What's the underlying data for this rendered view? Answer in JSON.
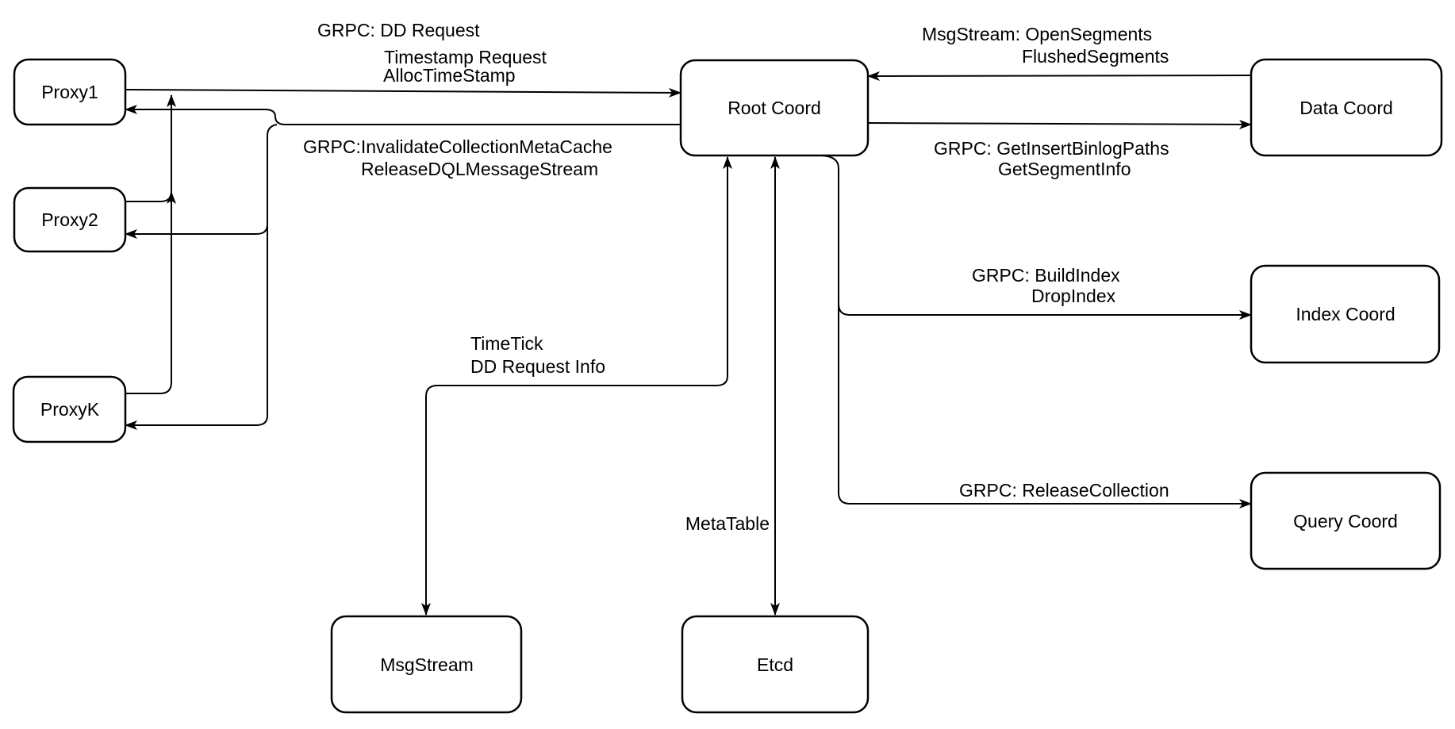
{
  "diagram": {
    "title": "Root Coord interactions diagram",
    "colors": {
      "stroke": "#000000",
      "fill": "#ffffff",
      "text": "#000000"
    },
    "nodes": [
      {
        "id": "proxy1",
        "label": "Proxy1"
      },
      {
        "id": "proxy2",
        "label": "Proxy2"
      },
      {
        "id": "proxyk",
        "label": "ProxyK"
      },
      {
        "id": "root",
        "label": "Root Coord"
      },
      {
        "id": "data",
        "label": "Data Coord"
      },
      {
        "id": "index",
        "label": "Index Coord"
      },
      {
        "id": "query",
        "label": "Query Coord"
      },
      {
        "id": "msgstream",
        "label": "MsgStream"
      },
      {
        "id": "etcd",
        "label": "Etcd"
      }
    ],
    "edge_labels": {
      "proxy_to_root": [
        "GRPC: DD Request",
        "Timestamp Request",
        "AllocTimeStamp"
      ],
      "root_to_proxy": [
        "GRPC:InvalidateCollectionMetaCache",
        "ReleaseDQLMessageStream"
      ],
      "data_to_root": [
        "MsgStream: OpenSegments",
        "FlushedSegments"
      ],
      "root_to_data": [
        "GRPC: GetInsertBinlogPaths",
        "GetSegmentInfo"
      ],
      "root_to_index": [
        "GRPC: BuildIndex",
        "DropIndex"
      ],
      "root_to_query": [
        "GRPC: ReleaseCollection"
      ],
      "root_to_msgstream": [
        "TimeTick",
        "DD Request Info"
      ],
      "root_to_etcd": [
        "MetaTable"
      ]
    }
  }
}
